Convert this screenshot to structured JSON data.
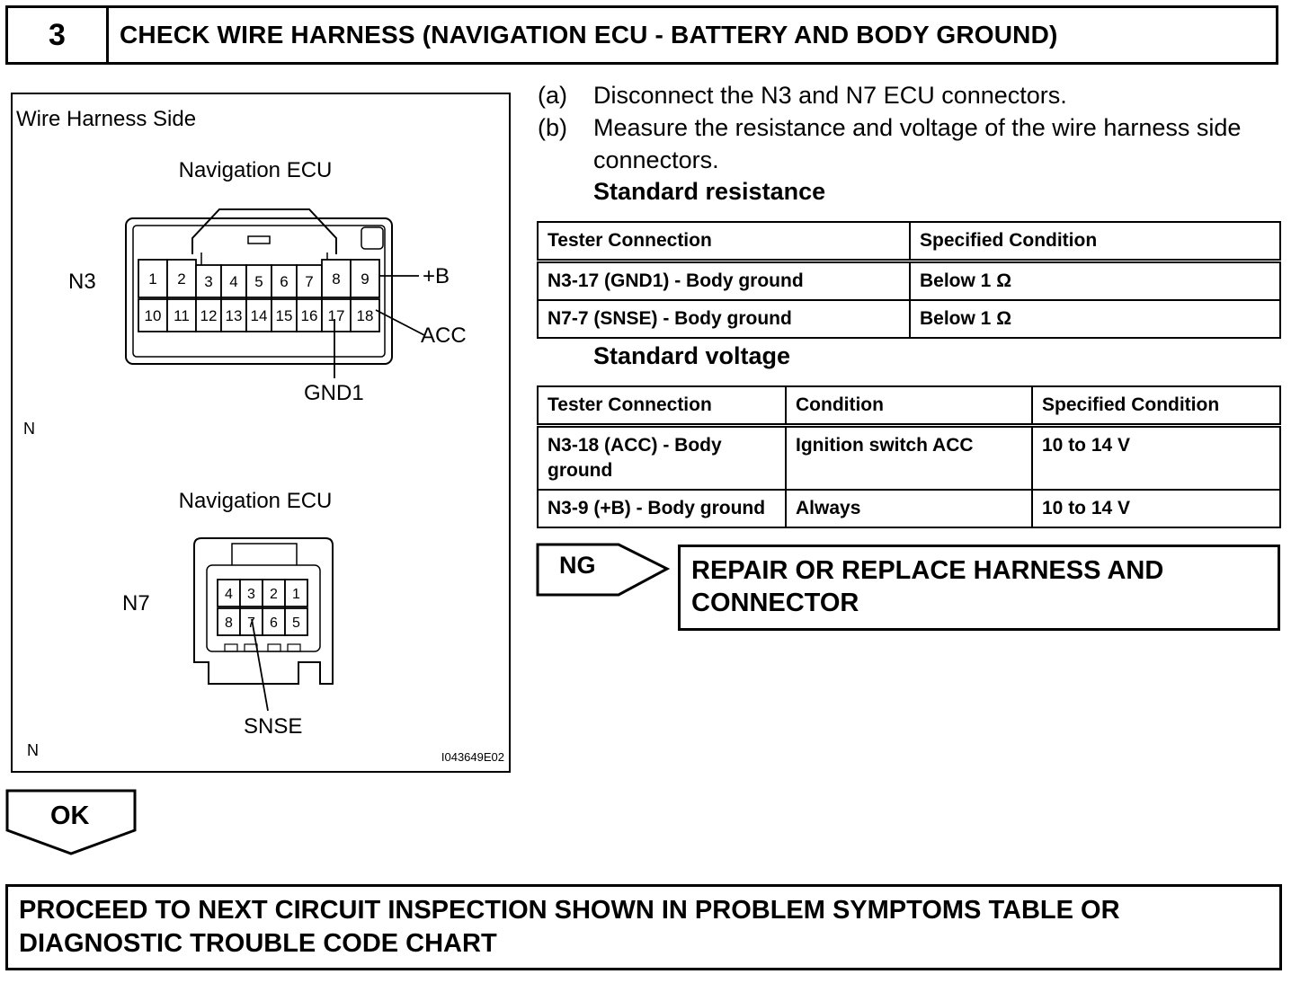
{
  "header": {
    "step_number": "3",
    "title": "CHECK WIRE HARNESS (NAVIGATION ECU - BATTERY AND BODY GROUND)"
  },
  "diagram": {
    "side_label": "Wire Harness Side",
    "n3": {
      "component_label": "Navigation ECU",
      "connector_label": "N3",
      "top_pins": [
        "1",
        "2",
        "3",
        "4",
        "5",
        "6",
        "7",
        "8",
        "9"
      ],
      "bottom_pins": [
        "10",
        "11",
        "12",
        "13",
        "14",
        "15",
        "16",
        "17",
        "18"
      ],
      "callouts": {
        "plus_b": "+B",
        "acc": "ACC",
        "gnd1": "GND1"
      },
      "marker": "N"
    },
    "n7": {
      "component_label": "Navigation ECU",
      "connector_label": "N7",
      "top_pins": [
        "4",
        "3",
        "2",
        "1"
      ],
      "bottom_pins": [
        "8",
        "7",
        "6",
        "5"
      ],
      "callouts": {
        "snse": "SNSE"
      },
      "marker": "N"
    },
    "figure_id": "I043649E02"
  },
  "instructions": [
    {
      "key": "(a)",
      "text": "Disconnect the N3 and N7 ECU connectors."
    },
    {
      "key": "(b)",
      "text": "Measure the resistance and voltage of the wire harness side connectors."
    }
  ],
  "resistance": {
    "heading": "Standard resistance",
    "headers": [
      "Tester Connection",
      "Specified Condition"
    ],
    "rows": [
      [
        "N3-17 (GND1) - Body ground",
        "Below 1 Ω"
      ],
      [
        "N7-7 (SNSE) - Body ground",
        "Below 1 Ω"
      ]
    ]
  },
  "voltage": {
    "heading": "Standard voltage",
    "headers": [
      "Tester Connection",
      "Condition",
      "Specified Condition"
    ],
    "rows": [
      [
        "N3-18 (ACC) - Body ground",
        "Ignition switch ACC",
        "10 to 14 V"
      ],
      [
        "N3-9 (+B) - Body ground",
        "Always",
        "10 to 14 V"
      ]
    ]
  },
  "ng": {
    "label": "NG",
    "action": "REPAIR OR REPLACE HARNESS AND CONNECTOR"
  },
  "ok": {
    "label": "OK",
    "action": "PROCEED TO NEXT CIRCUIT INSPECTION SHOWN IN PROBLEM SYMPTOMS TABLE OR DIAGNOSTIC TROUBLE CODE CHART"
  }
}
